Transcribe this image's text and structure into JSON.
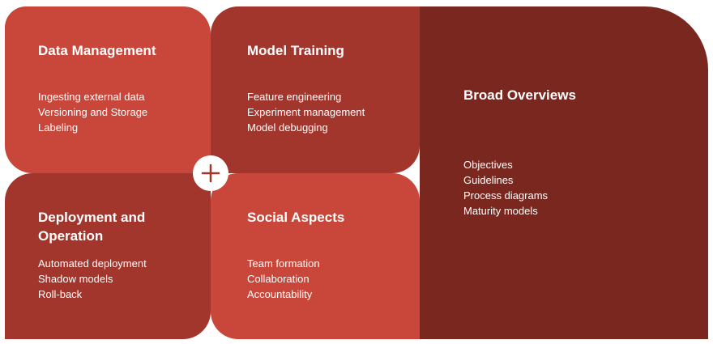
{
  "tiles": {
    "data_management": {
      "title": "Data Management",
      "items": [
        "Ingesting external data",
        "Versioning and Storage",
        "Labeling"
      ]
    },
    "model_training": {
      "title": "Model Training",
      "items": [
        "Feature engineering",
        "Experiment management",
        "Model debugging"
      ]
    },
    "deployment": {
      "title": "Deployment and Operation",
      "items": [
        "Automated deployment",
        "Shadow models",
        "Roll-back"
      ]
    },
    "social": {
      "title": "Social Aspects",
      "items": [
        "Team formation",
        "Collaboration",
        "Accountability"
      ]
    },
    "broad": {
      "title": "Broad Overviews",
      "items": [
        "Objectives",
        "Guidelines",
        "Process diagrams",
        "Maturity models"
      ]
    }
  },
  "center_icon": "plus-icon",
  "colors": {
    "light_red": "#C8473A",
    "mid_red": "#A3362C",
    "dark_red": "#7A271F",
    "text": "#FFFFFF"
  }
}
